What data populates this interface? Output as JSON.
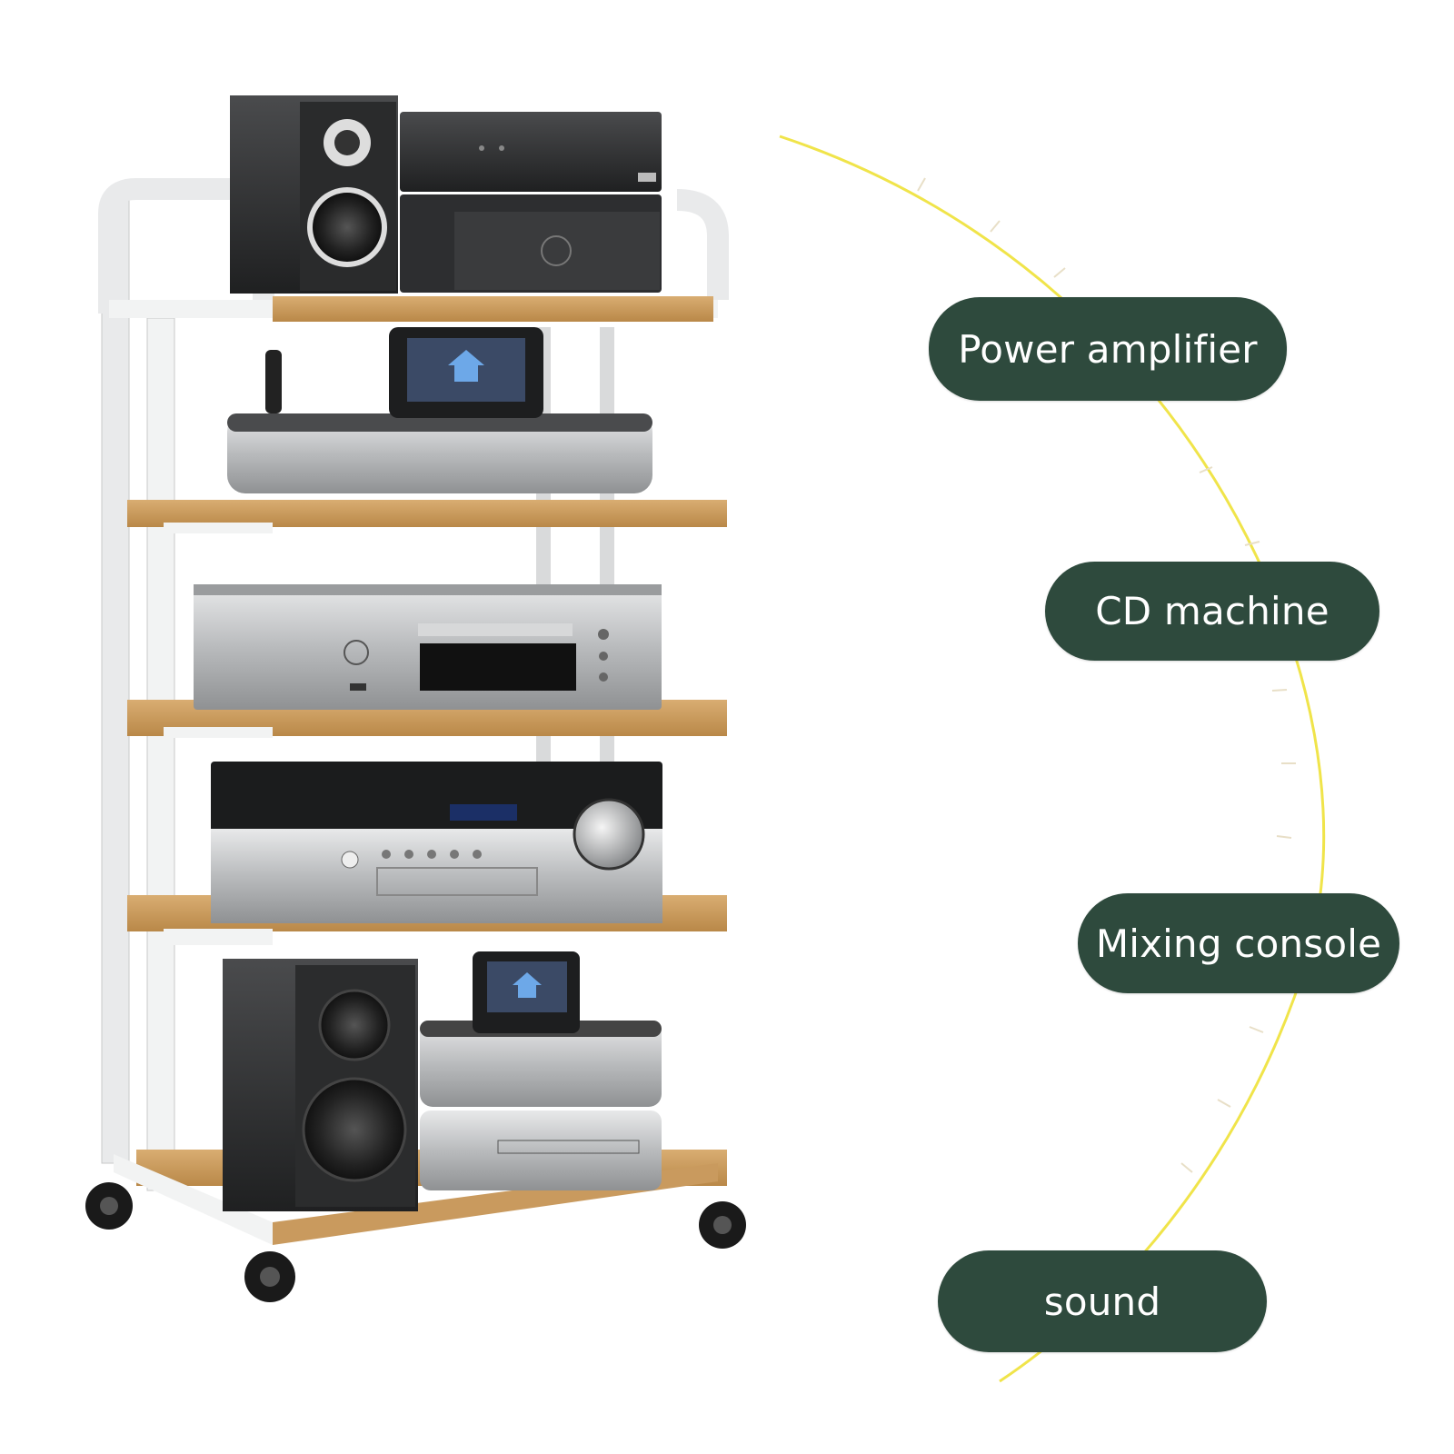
{
  "labels": {
    "power_amplifier": "Power amplifier",
    "cd_machine": "CD machine",
    "mixing_console": "Mixing console",
    "sound": "sound"
  },
  "colors": {
    "label_background": "#2e4a3d",
    "label_text": "#ffffff",
    "arc_line": "#f0e44a",
    "wood": "#c99a5e",
    "frame": "#ecedec"
  },
  "icons": [
    "speaker-icon",
    "amplifier-icon",
    "cd-player-icon",
    "receiver-icon",
    "caster-wheel-icon"
  ]
}
